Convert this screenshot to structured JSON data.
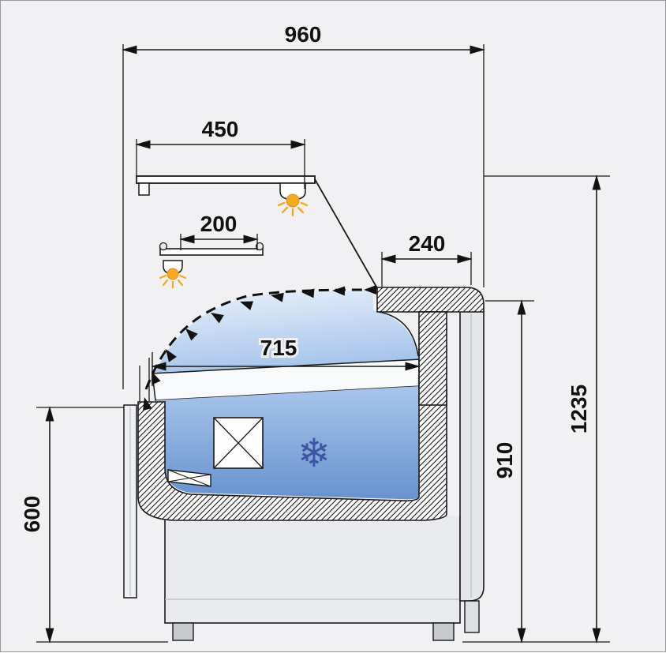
{
  "drawing": {
    "title": "refrigerated-serve-over-counter-cross-section",
    "dimensions": {
      "top_width": "960",
      "canopy_width": "450",
      "shelf_width": "200",
      "counter_top_depth": "240",
      "display_depth": "715",
      "total_height": "1235",
      "body_height": "910",
      "front_height": "600"
    },
    "symbols": {
      "snowflake_icon": "❄"
    },
    "colors": {
      "line": "#1a1a1a",
      "background": "#f1f1f3",
      "lamp_accent": "#f7a823",
      "display_blue_top": "#e8f1fb",
      "display_blue_bottom": "#9dbfe8",
      "plenum_blue_top": "#a9c6ec",
      "plenum_blue_bottom": "#6892cf",
      "snowflake_blue": "#4053a5",
      "cabinet_gray": "#e9ebee"
    }
  }
}
